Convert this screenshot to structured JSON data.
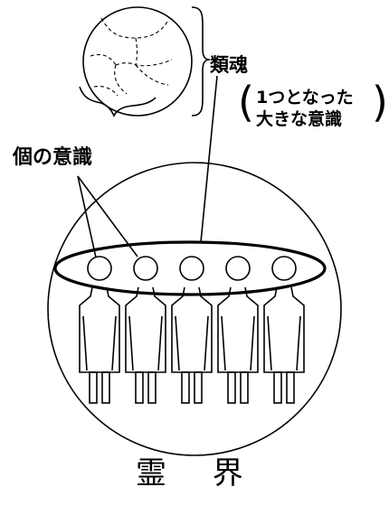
{
  "labels": {
    "group_soul": "類魂",
    "group_soul_note_line1": "1つとなった",
    "group_soul_note_line2": "大きな意識",
    "paren_open": "(",
    "paren_close": ")",
    "individual_consciousness": "個の意識",
    "spirit_world": "霊 界"
  },
  "figures": {
    "person_count": 5
  },
  "colors": {
    "line": "#000000",
    "background": "#ffffff"
  }
}
